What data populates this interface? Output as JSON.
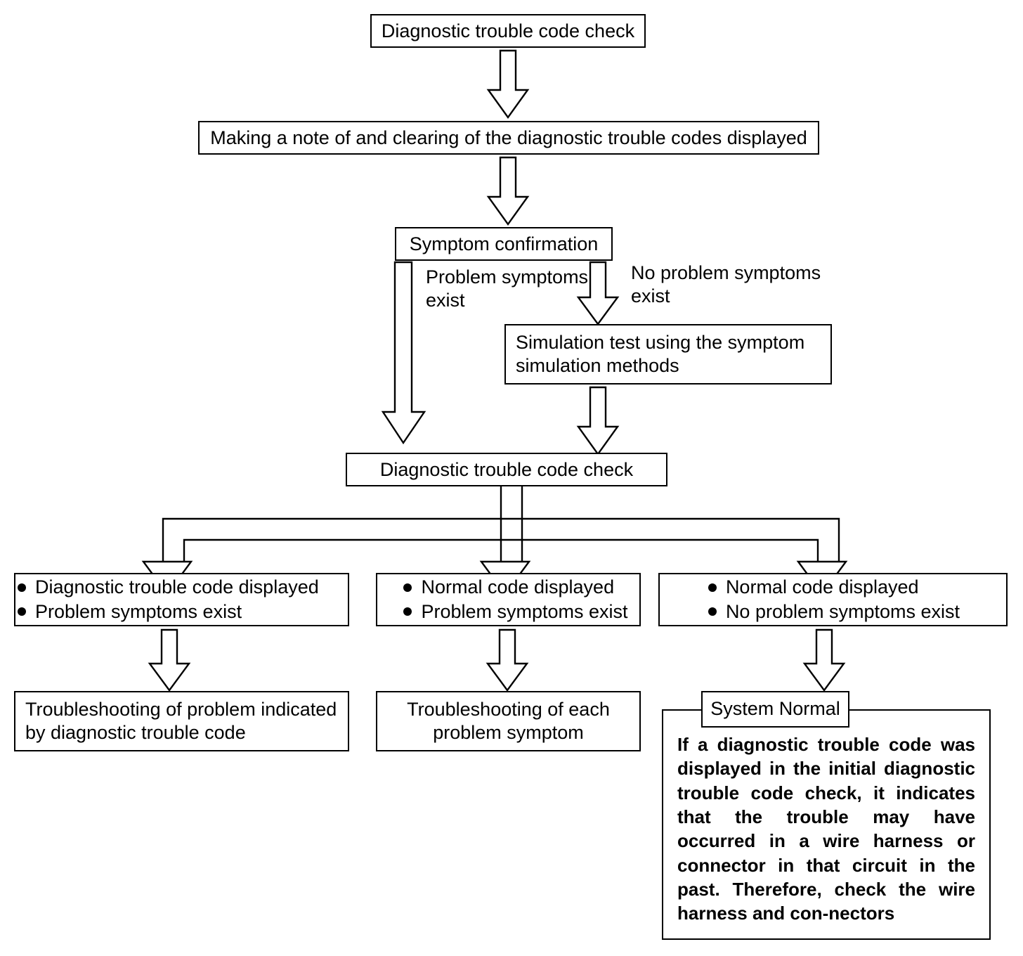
{
  "diagram": {
    "title": "Diagnostic trouble code check flowchart",
    "line_color": "#000000",
    "background_color": "#ffffff"
  },
  "nodes": {
    "dtc_check_1": "Diagnostic trouble code check",
    "clear_codes": "Making a note of and clearing of the diagnostic trouble codes displayed",
    "symptom_confirmation": "Symptom confirmation",
    "simulation_test": "Simulation test using the symptom\nsimulation methods",
    "dtc_check_2": "Diagnostic trouble code check",
    "outcome_left": {
      "bullets": [
        "Diagnostic trouble code displayed",
        "Problem symptoms exist"
      ]
    },
    "outcome_middle": {
      "bullets": [
        "Normal code displayed",
        "Problem symptoms exist"
      ]
    },
    "outcome_right": {
      "bullets": [
        "Normal code displayed",
        "No problem symptoms exist"
      ]
    },
    "action_left": "Troubleshooting of problem indicated\nby diagnostic trouble code",
    "action_middle": "Troubleshooting of each\nproblem symptom",
    "system_normal_caption": "System Normal",
    "system_normal_note": "If a diagnostic trouble code was displayed in the initial diagnostic trouble code check, it indicates that the trouble may have occurred in a wire harness or connector in that circuit in the past. Therefore, check the wire harness and con-nectors"
  },
  "edge_labels": {
    "problem_symptoms_exist": "Problem symptoms\nexist",
    "no_problem_symptoms_exist": "No problem symptoms\nexist"
  }
}
